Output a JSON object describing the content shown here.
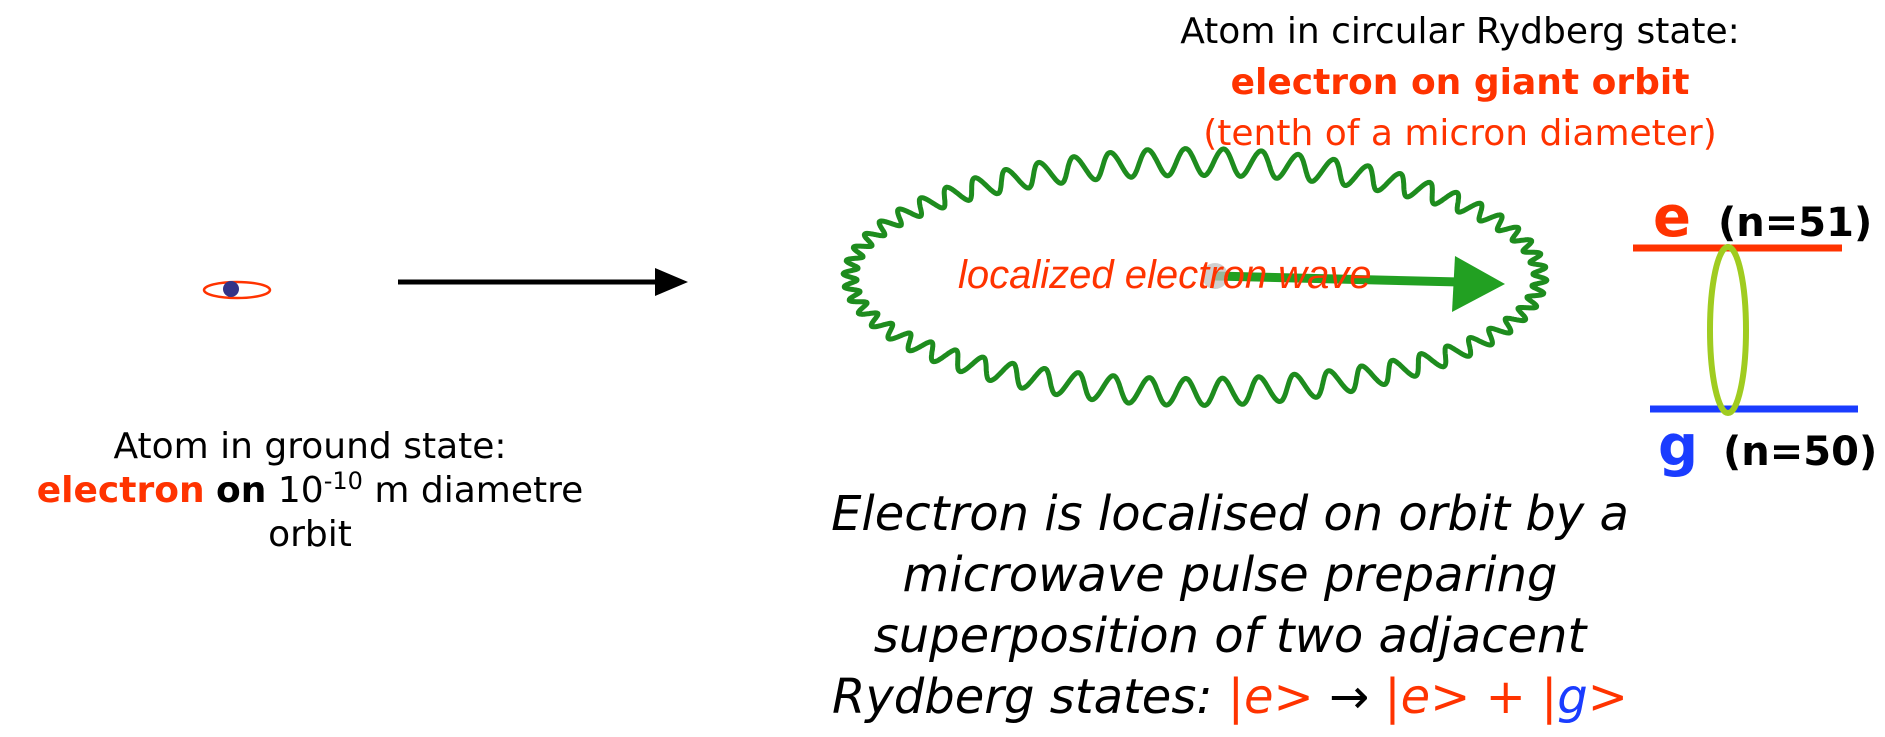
{
  "ground_state": {
    "line1": "Atom in ground state:",
    "electron": "electron",
    "on": "on",
    "size_base": "10",
    "size_exp": "-10",
    "size_rest": " m diametre",
    "line3": "orbit"
  },
  "rydberg_state": {
    "line1": "Atom in circular Rydberg state:",
    "line2": "electron on giant orbit",
    "line3": "(tenth of a micron diameter)"
  },
  "wave_label": "localized electron wave",
  "levels": {
    "upper_letter": "e",
    "upper_n": "(n=51)",
    "lower_letter": "g",
    "lower_n": "(n=50)"
  },
  "explanation": {
    "line1": "Electron is localised on orbit by a",
    "line2": "microwave pulse preparing",
    "line3": "superposition of two adjacent",
    "line4_prefix": "Rydberg states: ",
    "ket_e1": "|e>",
    "arrow": " → ",
    "ket_e2": "|e>",
    "plus": " + ",
    "ket_g_bar": "|",
    "ket_g_letter": "g",
    "ket_g_close": ">"
  },
  "colors": {
    "red": "#ff3300",
    "blue": "#1a3cff",
    "wave_green": "#1e8c1e",
    "arrow_green": "#22a022",
    "transition_green": "#a0cc20",
    "nucleus": "#333388"
  }
}
